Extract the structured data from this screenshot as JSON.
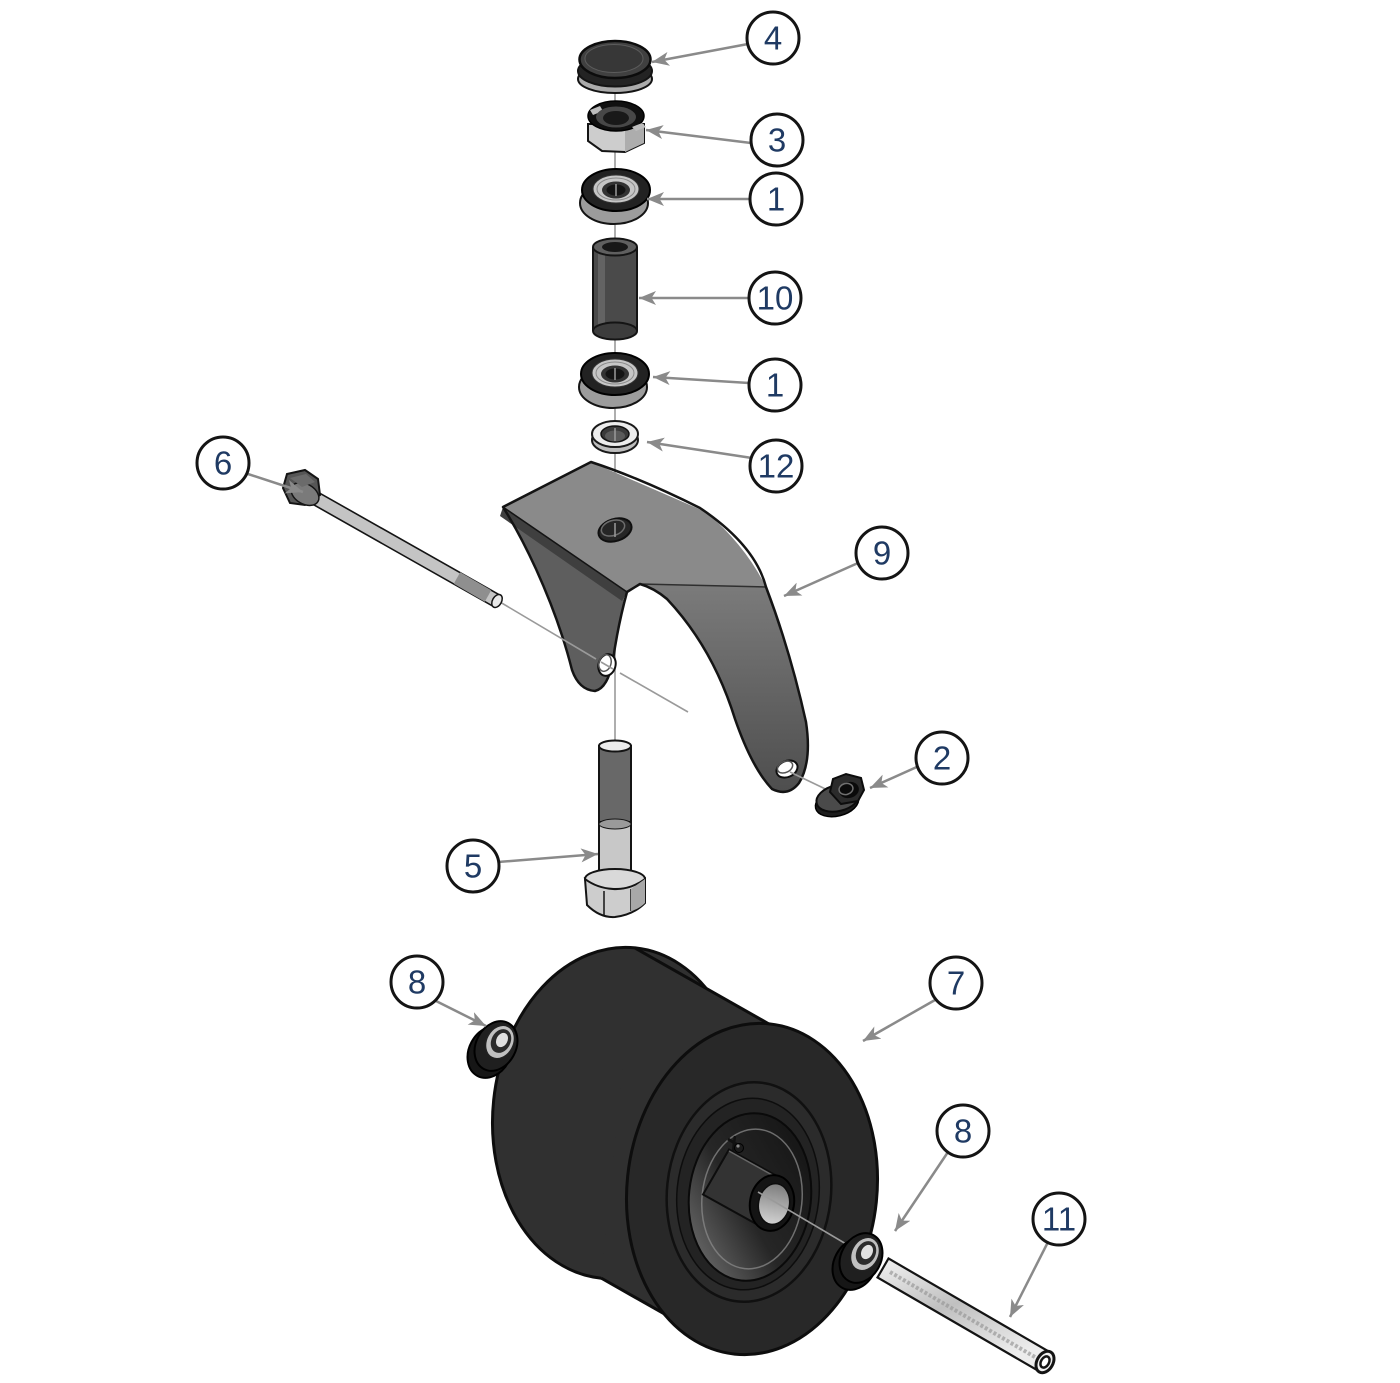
{
  "diagram": {
    "kind": "exploded-parts-diagram",
    "subject": "caster-wheel-assembly",
    "background_color": "#ffffff",
    "leader_color": "#8a8a8a",
    "callout_style": {
      "fill": "#ffffff",
      "stroke": "#141414",
      "number_color": "#1f3a63"
    },
    "callouts": [
      {
        "number": "4",
        "part": "dust-cap"
      },
      {
        "number": "3",
        "part": "lock-nut"
      },
      {
        "number": "1",
        "part": "bearing-upper"
      },
      {
        "number": "10",
        "part": "spacer-bushing"
      },
      {
        "number": "1",
        "part": "bearing-lower"
      },
      {
        "number": "12",
        "part": "thrust-washer"
      },
      {
        "number": "6",
        "part": "axle-bolt"
      },
      {
        "number": "9",
        "part": "fork-bracket"
      },
      {
        "number": "2",
        "part": "flange-lock-nut"
      },
      {
        "number": "5",
        "part": "kingpin-bolt"
      },
      {
        "number": "8",
        "part": "wheel-bearing-left"
      },
      {
        "number": "7",
        "part": "wheel"
      },
      {
        "number": "8",
        "part": "wheel-bearing-right"
      },
      {
        "number": "11",
        "part": "axle-tube"
      }
    ]
  }
}
